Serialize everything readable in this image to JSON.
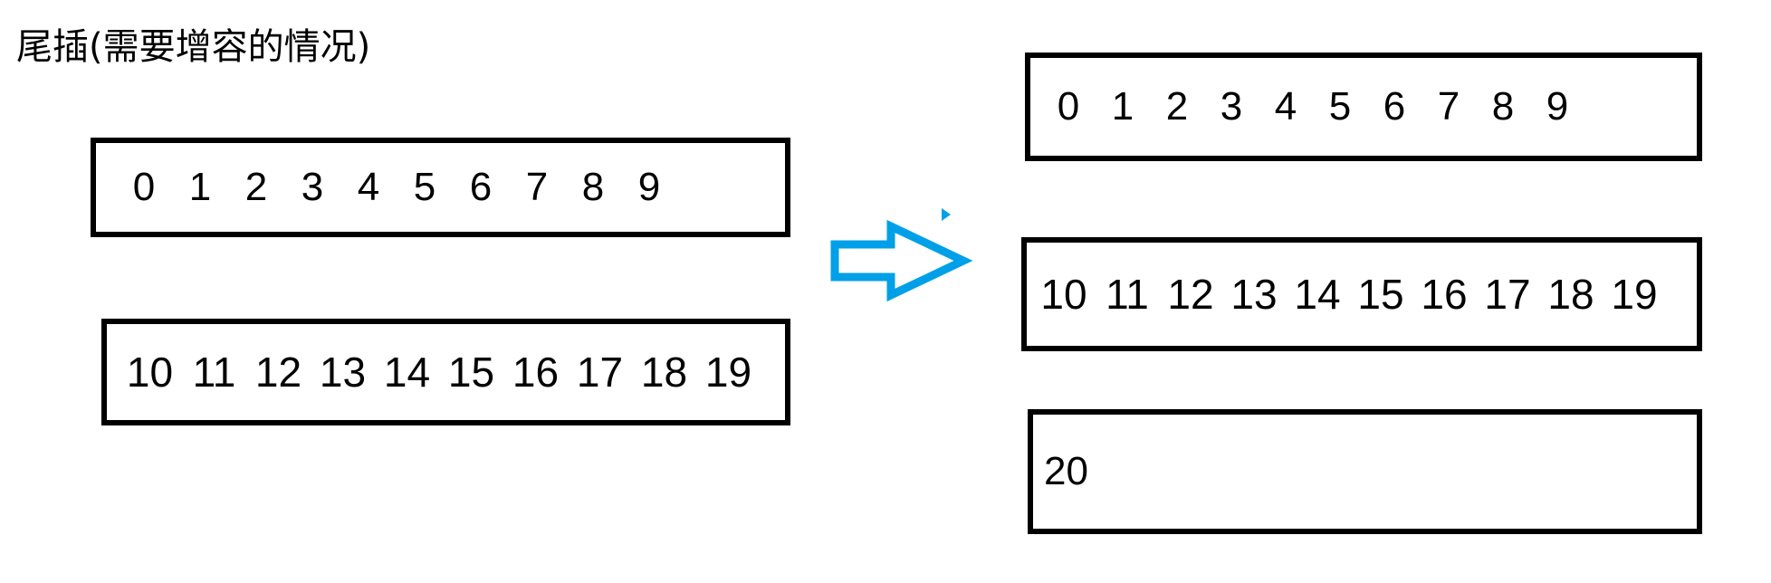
{
  "title": "尾插(需要增容的情况)",
  "colors": {
    "box_border": "#000000",
    "text": "#000000",
    "arrow": "#00a0e8",
    "background": "#ffffff"
  },
  "left_column": {
    "boxes": [
      {
        "name": "left-array-0-9",
        "cells": [
          "0",
          "1",
          "2",
          "3",
          "4",
          "5",
          "6",
          "7",
          "8",
          "9"
        ]
      },
      {
        "name": "left-array-10-19",
        "cells": [
          "10",
          "11",
          "12",
          "13",
          "14",
          "15",
          "16",
          "17",
          "18",
          "19"
        ]
      }
    ]
  },
  "arrow": {
    "name": "transform-arrow",
    "direction": "right",
    "style": "hollow-outline",
    "color": "#00a0e8"
  },
  "right_column": {
    "boxes": [
      {
        "name": "right-array-0-9",
        "cells": [
          "0",
          "1",
          "2",
          "3",
          "4",
          "5",
          "6",
          "7",
          "8",
          "9"
        ]
      },
      {
        "name": "right-array-10-19",
        "cells": [
          "10",
          "11",
          "12",
          "13",
          "14",
          "15",
          "16",
          "17",
          "18",
          "19"
        ]
      },
      {
        "name": "right-array-20",
        "cells": [
          "20"
        ]
      }
    ]
  }
}
